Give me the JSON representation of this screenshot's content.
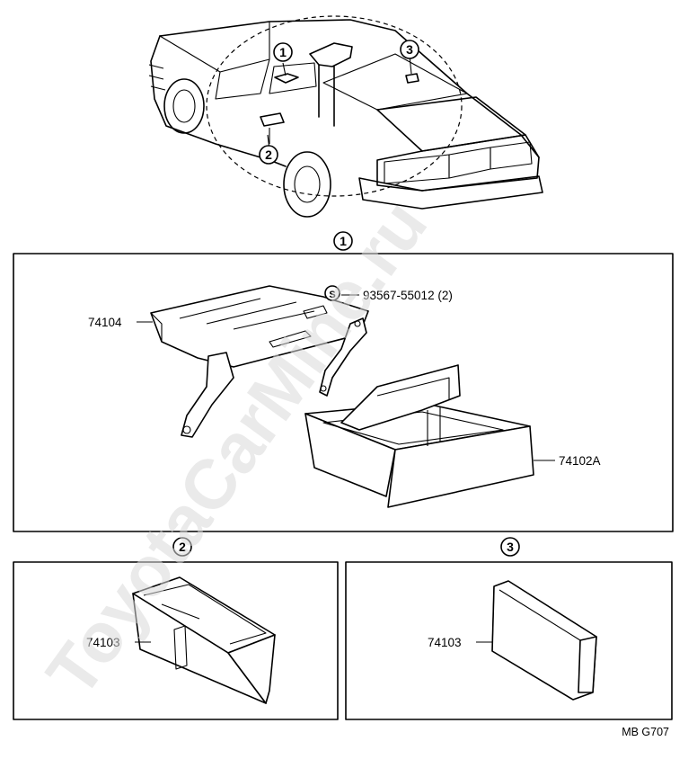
{
  "watermark": "ToyotaCarMine.ru",
  "callouts": {
    "top_1": "1",
    "top_2": "2",
    "top_3": "3",
    "section_1": "1",
    "section_2": "2",
    "section_3": "3",
    "screw": "S"
  },
  "parts": {
    "bracket": "74104",
    "screw": "93567-55012 (2)",
    "console_box": "74102A",
    "box_2": "74103",
    "box_3": "74103"
  },
  "diagram_code": "MB G707"
}
